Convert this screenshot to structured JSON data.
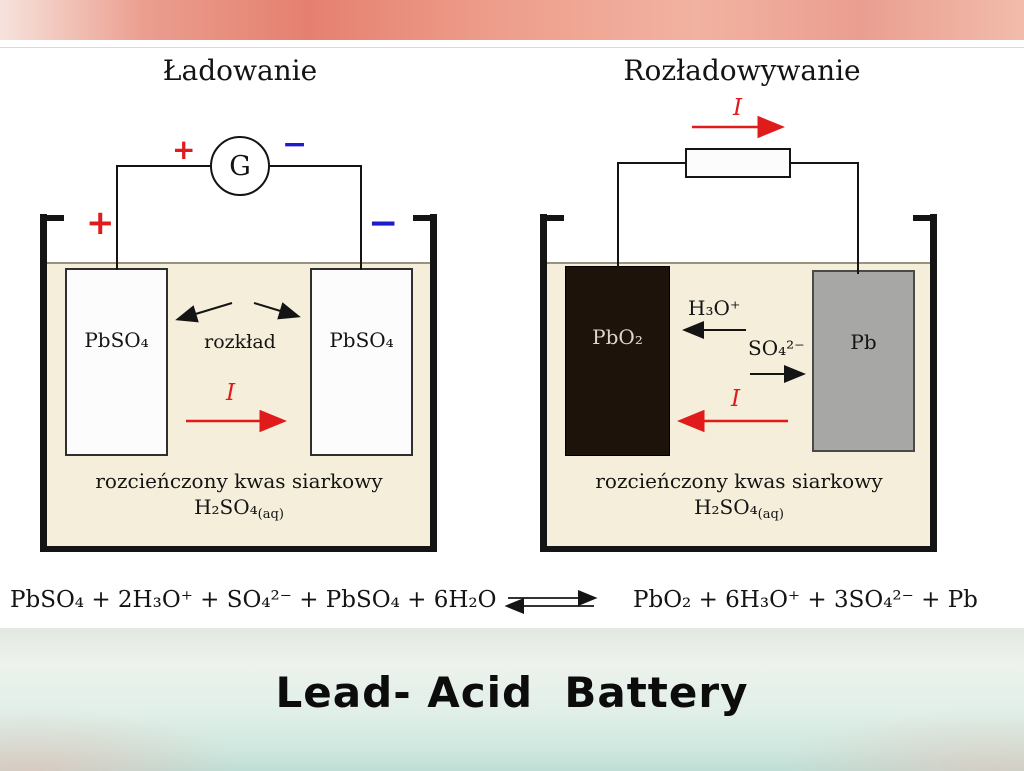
{
  "header": {
    "left_title": "Ładowanie",
    "right_title": "Rozładowywanie"
  },
  "charging": {
    "galvanometer_label": "G",
    "plus_terminal": "+",
    "minus_terminal": "−",
    "plus_electrode": "+",
    "minus_electrode": "−",
    "left_electrode": "PbSO₄",
    "right_electrode": "PbSO₄",
    "decomposition_label": "rozkład",
    "current_label": "I",
    "electrolyte_name": "rozcieńczony kwas siarkowy",
    "electrolyte_formula": "H₂SO₄",
    "electrolyte_state": "(aq)"
  },
  "discharging": {
    "current_top_label": "I",
    "left_electrode": "PbO₂",
    "right_electrode": "Pb",
    "hydronium_label": "H₃O⁺",
    "sulfate_label": "SO₄²⁻",
    "current_label": "I",
    "electrolyte_name": "rozcieńczony kwas siarkowy",
    "electrolyte_formula": "H₂SO₄",
    "electrolyte_state": "(aq)"
  },
  "equation": {
    "left_side": "PbSO₄ + 2H₃O⁺ + SO₄²⁻ + PbSO₄ + 6H₂O",
    "right_side": "PbO₂ + 6H₃O⁺ + 3SO₄²⁻ + Pb"
  },
  "footer": {
    "title": "Lead- Acid  Battery"
  },
  "colors": {
    "current_red": "#e01b1b",
    "terminal_blue": "#1c1ccd",
    "electrolyte": "#f4eeda",
    "pbo2_electrode": "#1e130b",
    "pb_electrode": "#a7a7a5",
    "top_band": "#e88a79",
    "bottom_band": "#d8eae2"
  }
}
